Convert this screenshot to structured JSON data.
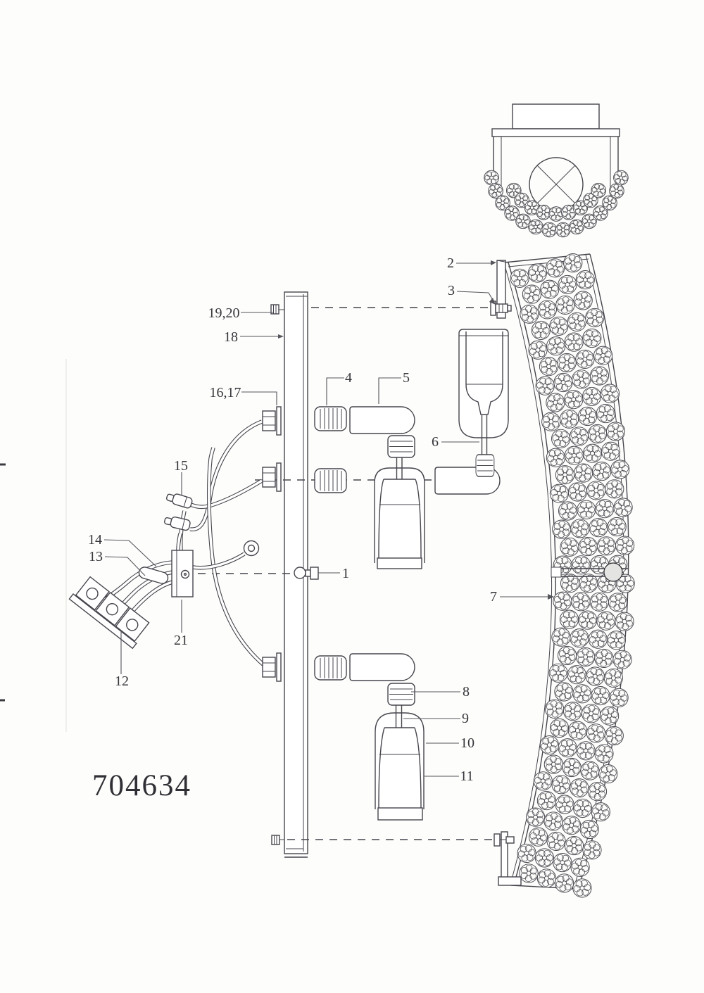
{
  "drawing": {
    "part_number": "704634",
    "line_color": "#45454d",
    "paper_color": "#fdfdfb"
  },
  "callouts": {
    "n1": "1",
    "n2": "2",
    "n3": "3",
    "n4": "4",
    "n5": "5",
    "n6": "6",
    "n7": "7",
    "n8": "8",
    "n9": "9",
    "n10": "10",
    "n11": "11",
    "n12": "12",
    "n13": "13",
    "n14": "14",
    "n15": "15",
    "n16_17": "16,17",
    "n18": "18",
    "n19_20": "19,20",
    "n21": "21"
  }
}
